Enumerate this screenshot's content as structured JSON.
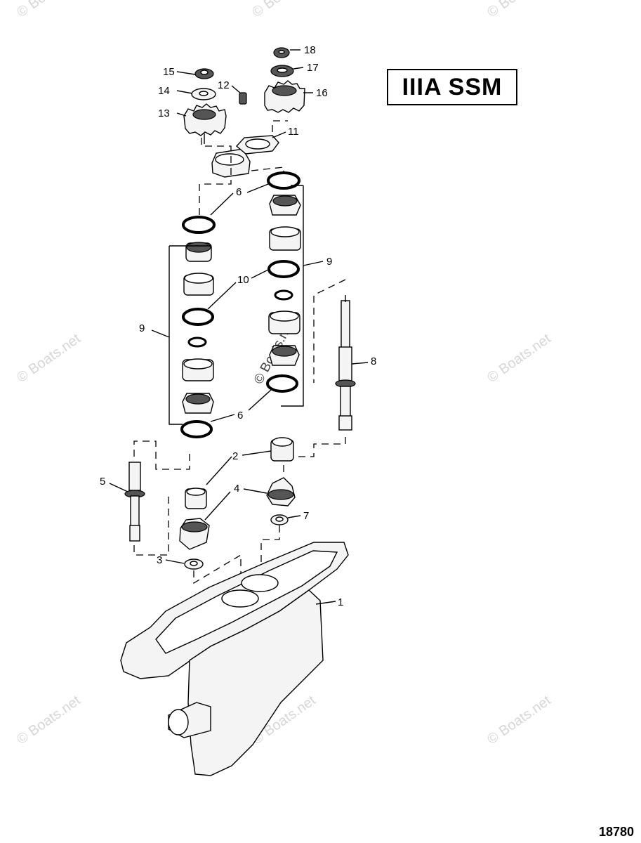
{
  "diagram": {
    "title": "IIIA SSM",
    "figure_number": "18780",
    "watermark": "© Boats.net",
    "callouts": [
      "1",
      "2",
      "3",
      "4",
      "5",
      "6",
      "6",
      "7",
      "8",
      "9",
      "9",
      "10",
      "11",
      "12",
      "13",
      "14",
      "15",
      "16",
      "17",
      "18"
    ]
  }
}
